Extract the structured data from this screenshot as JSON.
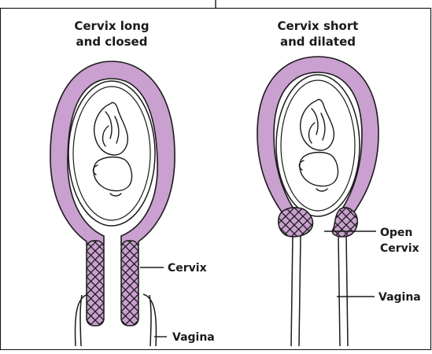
{
  "diagrams": [
    {
      "title_lines": [
        "Cervix long",
        "and closed"
      ],
      "labels": {
        "cervix": "Cervix",
        "vagina": "Vagina"
      }
    },
    {
      "title_lines": [
        "Cervix short",
        "and dilated"
      ],
      "labels": {
        "open_cervix_lines": [
          "Open",
          "Cervix"
        ],
        "vagina": "Vagina"
      }
    }
  ],
  "colors": {
    "uterus_wall": "#c9a0cf",
    "outline": "#1a1a1a",
    "background": "#ffffff"
  }
}
